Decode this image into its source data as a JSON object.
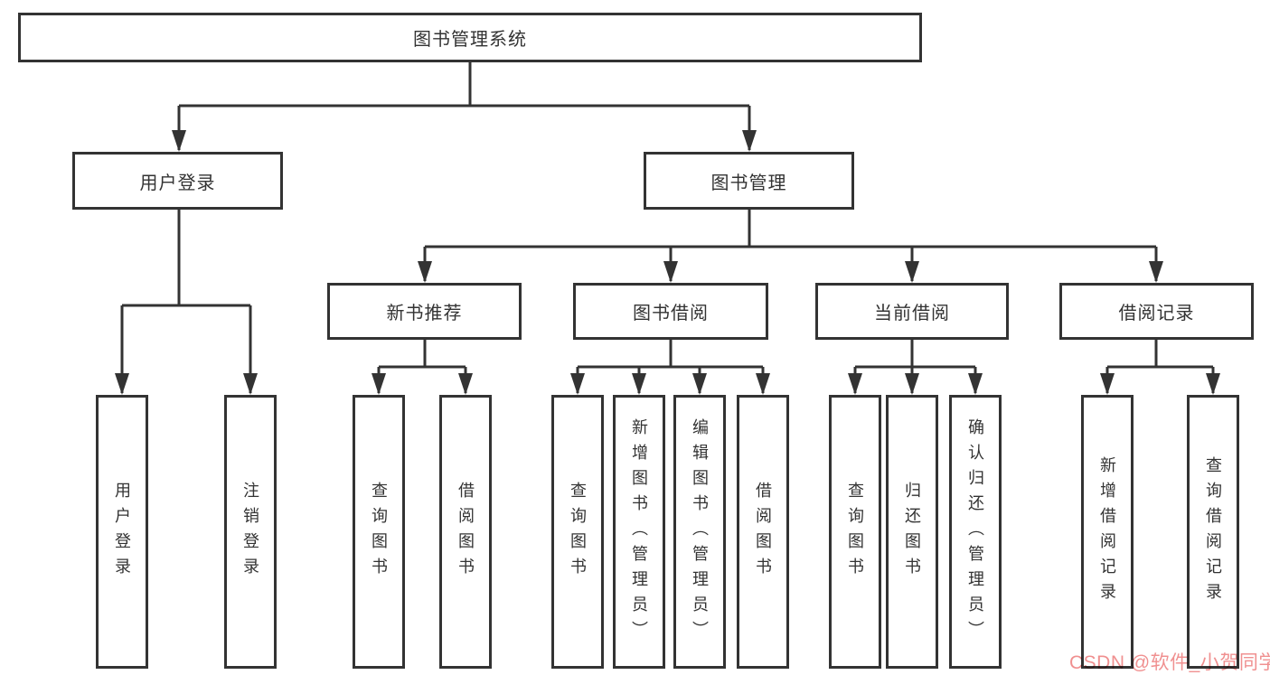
{
  "tree": {
    "root": {
      "label": "图书管理系统"
    },
    "branches": [
      {
        "label": "用户登录",
        "children": [
          {
            "label": "用户登录"
          },
          {
            "label": "注销登录"
          }
        ]
      },
      {
        "label": "图书管理",
        "children": [
          {
            "label": "新书推荐",
            "children": [
              {
                "label": "查询图书"
              },
              {
                "label": "借阅图书"
              }
            ]
          },
          {
            "label": "图书借阅",
            "children": [
              {
                "label": "查询图书"
              },
              {
                "label": "新增图书（管理员）"
              },
              {
                "label": "编辑图书（管理员）"
              },
              {
                "label": "借阅图书"
              }
            ]
          },
          {
            "label": "当前借阅",
            "children": [
              {
                "label": "查询图书"
              },
              {
                "label": "归还图书"
              },
              {
                "label": "确认归还（管理员）"
              }
            ]
          },
          {
            "label": "借阅记录",
            "children": [
              {
                "label": "新增借阅记录"
              },
              {
                "label": "查询借阅记录"
              }
            ]
          }
        ]
      }
    ]
  },
  "watermark": {
    "text": "CSDN @软件_小贺同学"
  },
  "colors": {
    "line": "#333333",
    "text": "#333333",
    "background": "#ffffff",
    "watermark": "#f09090"
  }
}
